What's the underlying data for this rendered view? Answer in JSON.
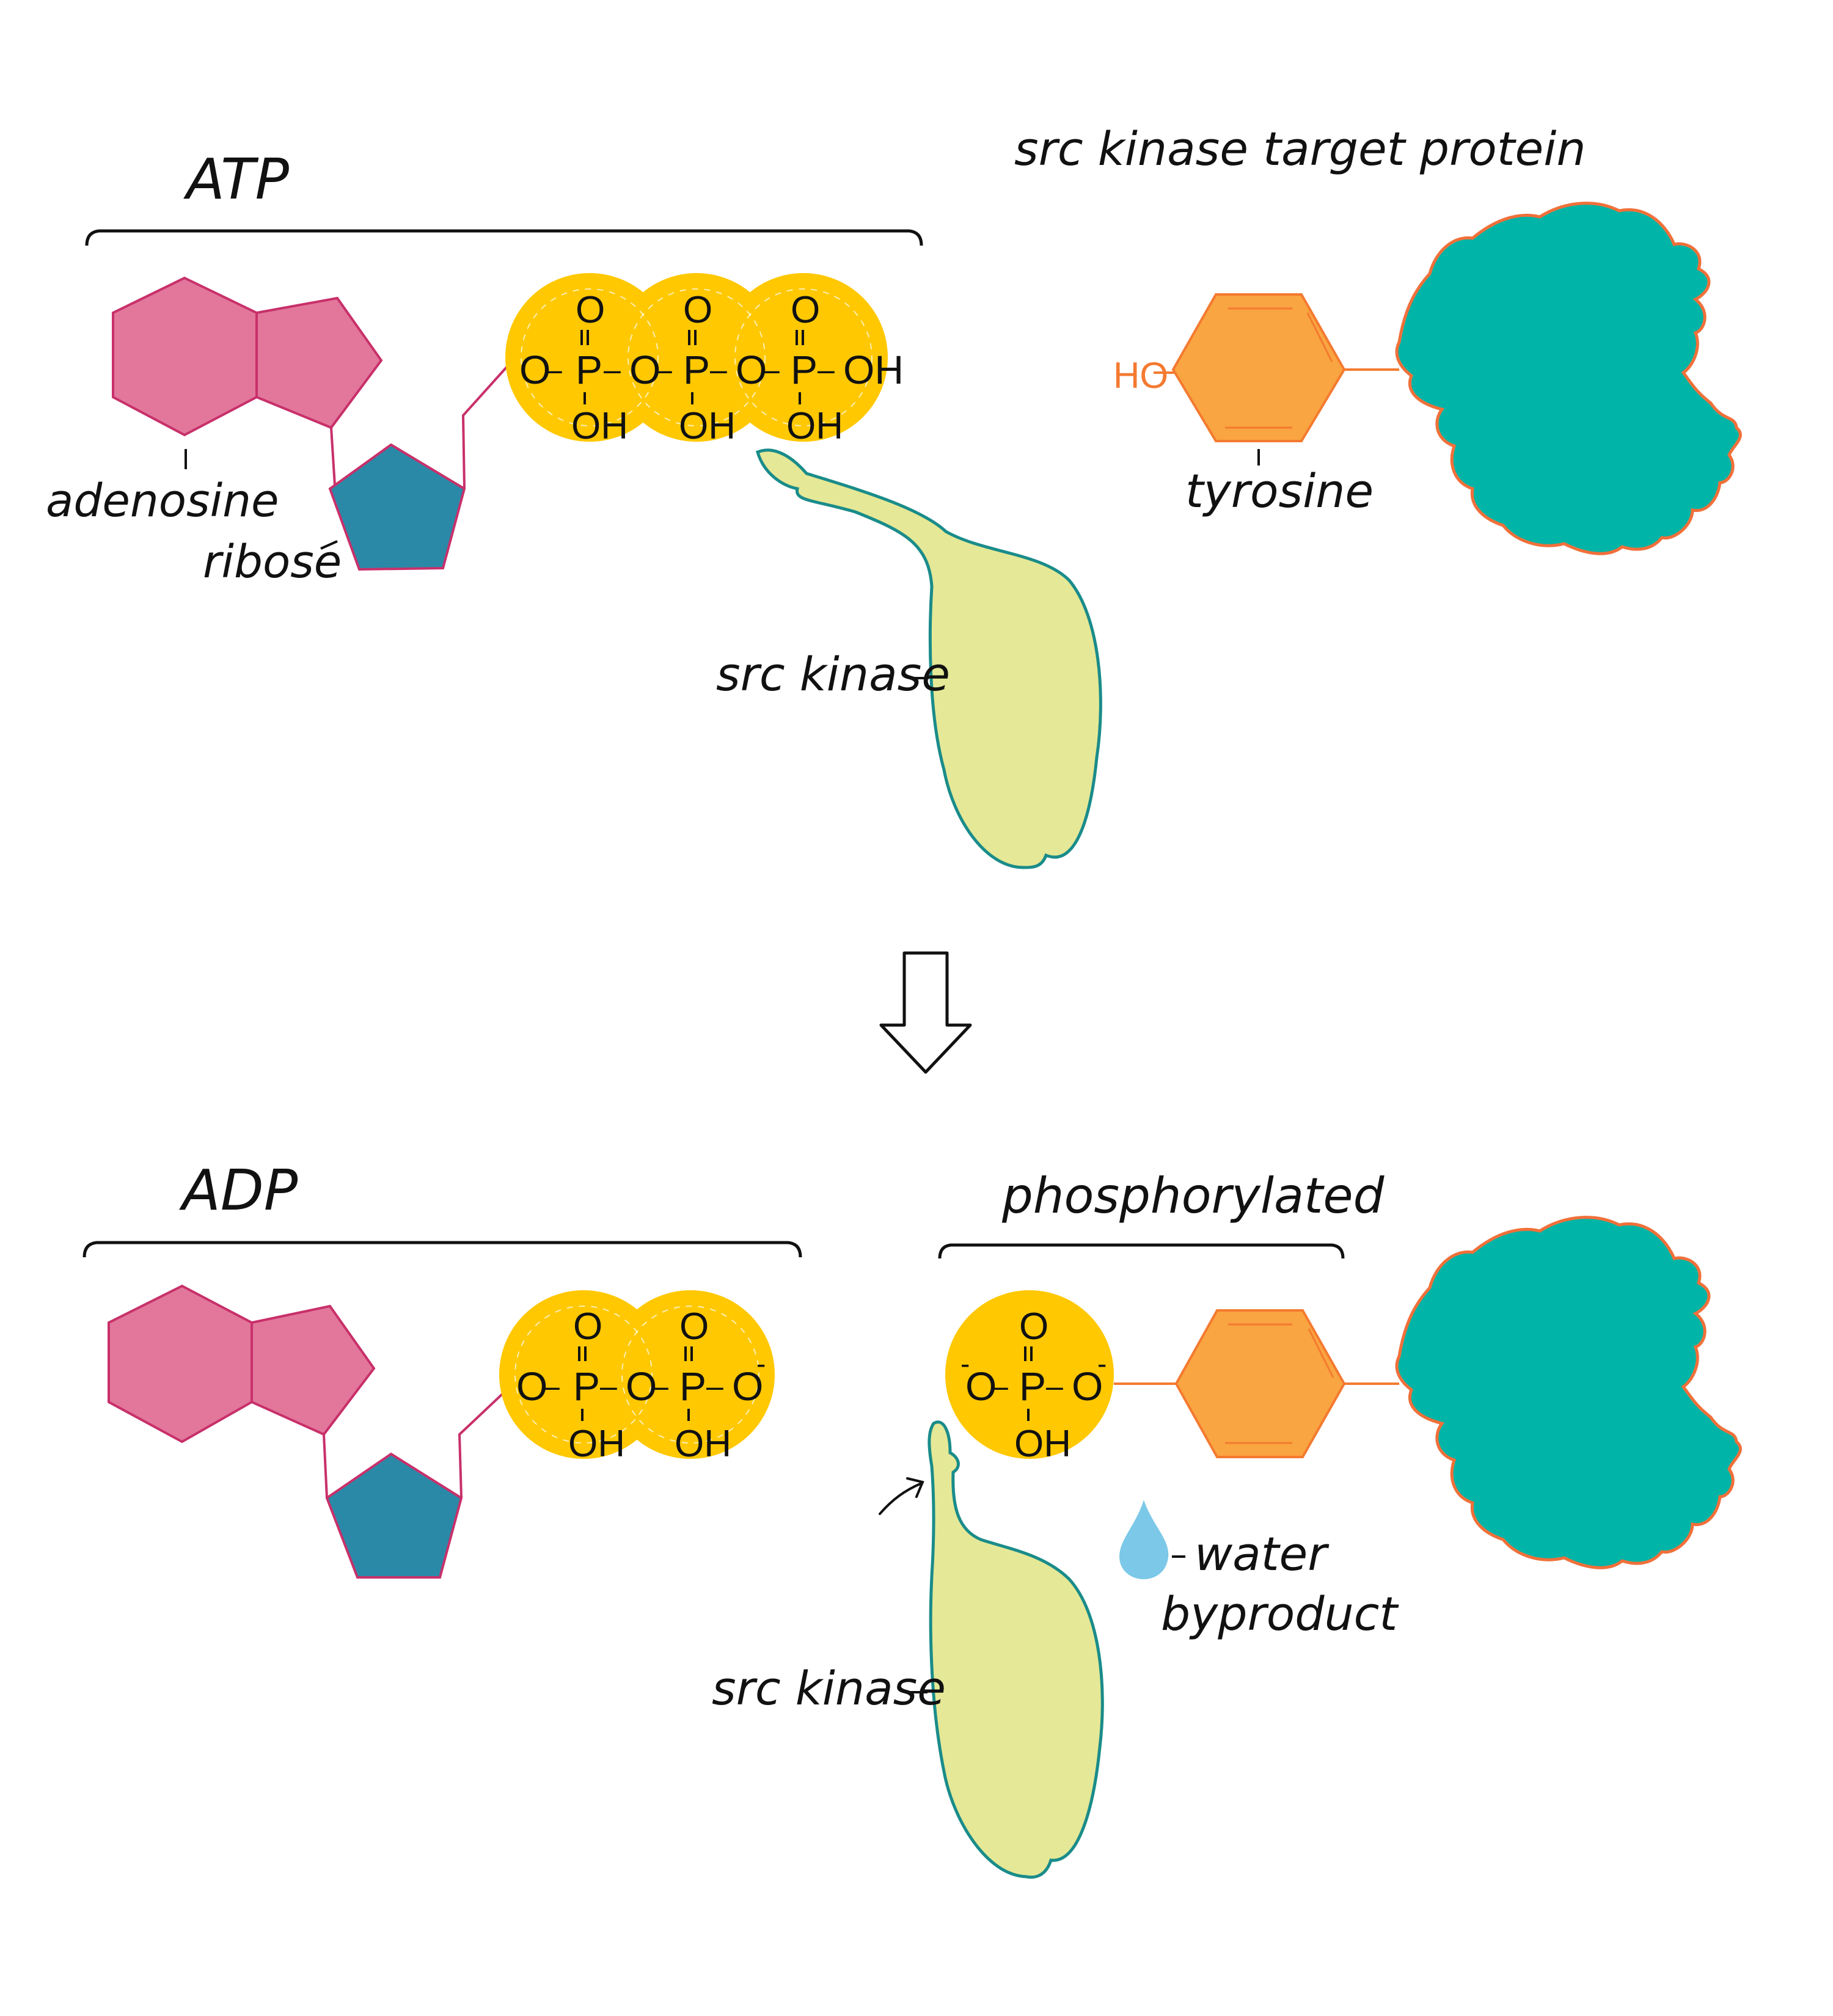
{
  "labels": {
    "atp": "ATP",
    "adp": "ADP",
    "adenosine": "adenosine",
    "ribose": "ribose",
    "src_kinase_top": "src kinase",
    "src_kinase_bottom": "src kinase",
    "target_protein": "src kinase target protein",
    "tyrosine": "tyrosine",
    "ho": "HO",
    "phosphorylated": "phosphorylated",
    "water_1": "water",
    "water_2": "byproduct"
  },
  "chem": {
    "o": "O",
    "p": "P",
    "oh": "OH",
    "dash": "–",
    "minus": "-"
  },
  "colors": {
    "adenosine": "#e2779b",
    "adenosine_stroke": "#c8306a",
    "ribose": "#2b89a8",
    "phosphate": "#ffc800",
    "tyrosine": "#f9a541",
    "tyrosine_stroke": "#f47a30",
    "protein": "#00b5a7",
    "protein_stroke": "#f0703a",
    "kinase": "#e5e896",
    "kinase_stroke": "#1a8c8a",
    "water": "#7cc8e8"
  }
}
